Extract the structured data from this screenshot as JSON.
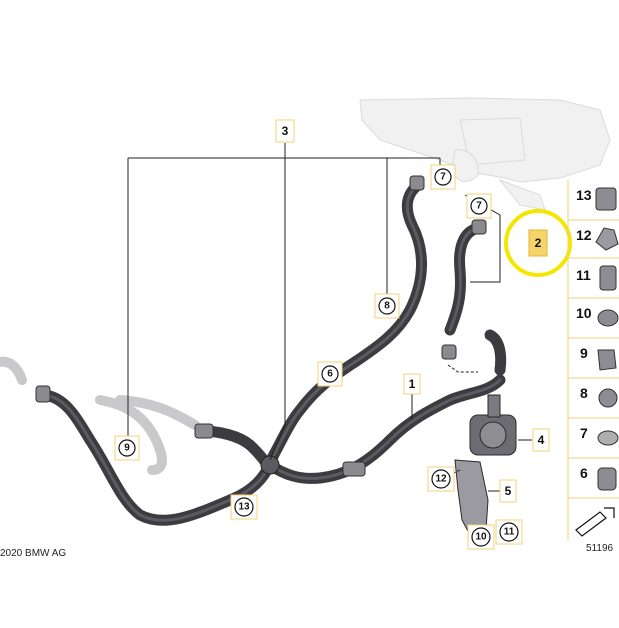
{
  "callouts": {
    "part_1": "1",
    "part_2": "2",
    "part_3": "3",
    "part_4": "4",
    "part_5": "5",
    "part_6": "6",
    "part_7a": "7",
    "part_7b": "7",
    "part_8": "8",
    "part_9": "9",
    "part_10": "10",
    "part_11": "11",
    "part_12": "12",
    "part_13": "13"
  },
  "legend": {
    "items": [
      "13",
      "12",
      "11",
      "10",
      "9",
      "8",
      "7",
      "6"
    ]
  },
  "copyright": "2020 BMW AG",
  "diagram_code": "51196",
  "colors": {
    "callout_border": "#f3d27a",
    "highlight_fill": "#f7d46a",
    "highlight_ring": "#f5e600",
    "hose": "#3b3b40"
  }
}
